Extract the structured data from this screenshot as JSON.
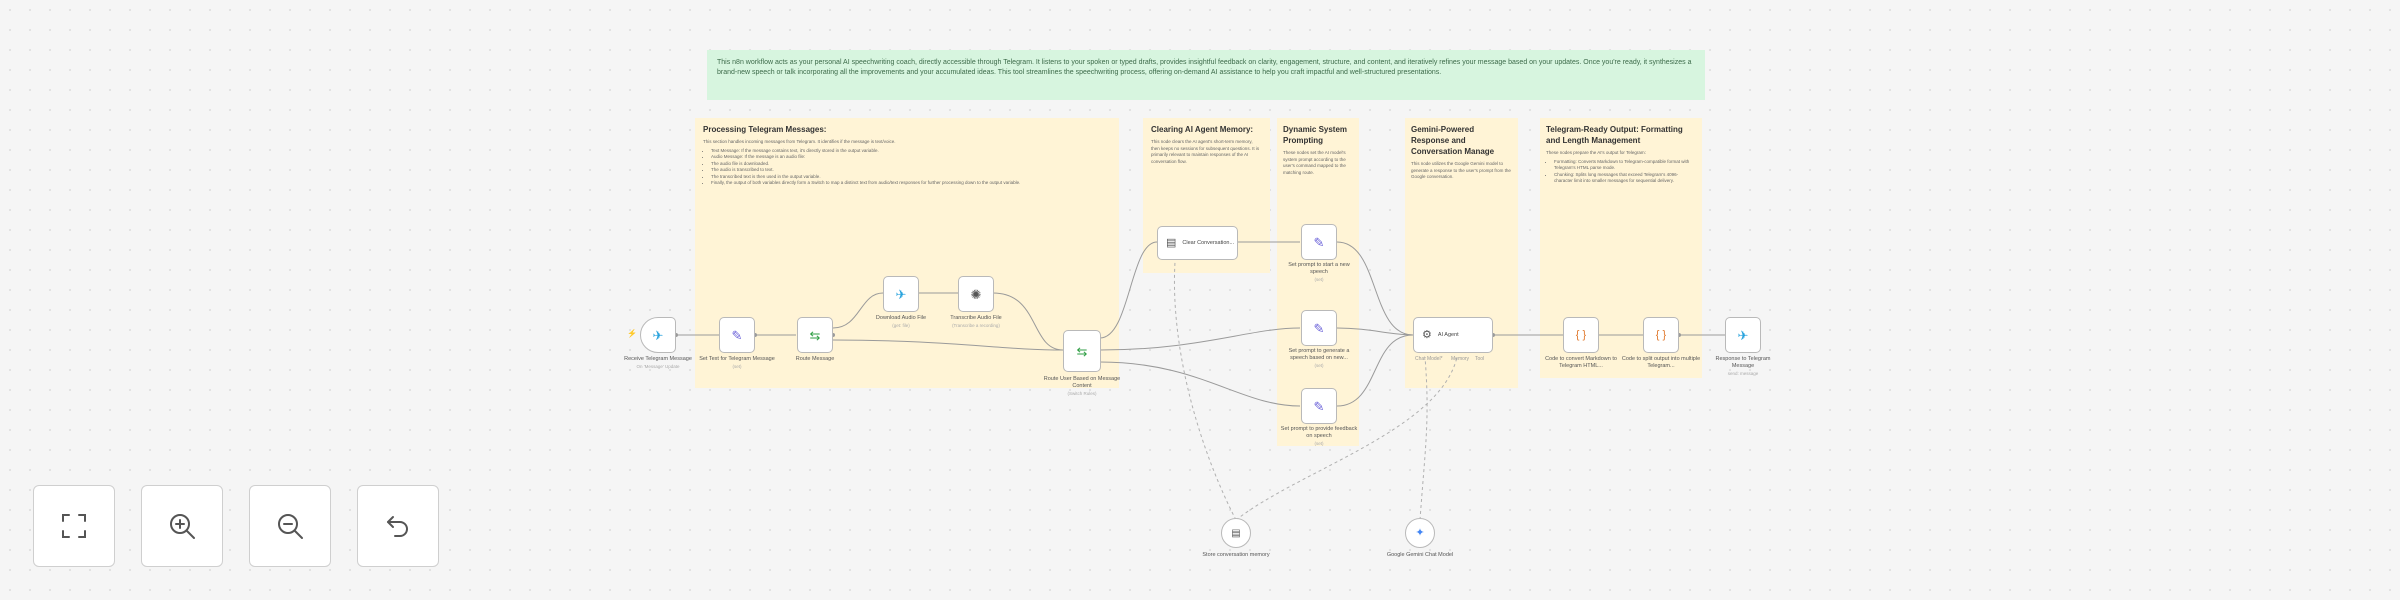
{
  "banner": {
    "text": "This n8n workflow acts as your personal AI speechwriting coach, directly accessible through Telegram. It listens to your spoken or typed drafts, provides insightful feedback on clarity, engagement, structure, and content, and iteratively refines your message based on your updates. Once you're ready, it synthesizes a brand-new speech or talk incorporating all the improvements and your accumulated ideas. This tool streamlines the speechwriting process, offering on-demand AI assistance to help you craft impactful and well-structured presentations."
  },
  "sticky_notes": [
    {
      "title": "Processing Telegram Messages:",
      "body": "This section handles incoming messages from Telegram. It identifies if the message is text/voice.",
      "items": [
        "Text Message: If the message contains text, it's directly stored in the output variable.",
        "Audio Message: If the message is an audio file:",
        "The audio file is downloaded.",
        "The audio is transcribed to text.",
        "The transcribed text is then used in the output variable.",
        "Finally, the output of both variables directly form a Switch to map a distinct text from audio/text responses for further processing down to the output variable."
      ]
    },
    {
      "title": "Clearing AI Agent Memory:",
      "body": "This node clears the AI agent's short-term memory, then keeps no sessions for subsequent questions. It is primarily relevant to maintain responses of the AI conversation flow."
    },
    {
      "title": "Dynamic System Prompting",
      "body": "These nodes set the AI model's system prompt according to the user's command mapped to the matching route."
    },
    {
      "title": "Gemini-Powered Response and Conversation Manage",
      "body": "This node utilizes the Google Gemini model to generate a response to the user's prompt from the Google conversation."
    },
    {
      "title": "Telegram-Ready Output: Formatting and Length Management",
      "body": "These nodes prepare the AI's output for Telegram:",
      "items": [
        "Formatting: Converts Markdown to Telegram-compatible format with Telegram's HTML parse mode.",
        "Chunking: Splits long messages that exceed Telegram's 4096-character limit into smaller messages for sequential delivery."
      ]
    }
  ],
  "nodes": {
    "telegram_trigger": {
      "icon": "telegram-icon",
      "label": "Receive Telegram Message",
      "sub": "On 'Message' Update"
    },
    "set_text": {
      "icon": "pencil-icon",
      "label": "Set Text for Telegram Message",
      "sub": "(set)"
    },
    "route_message": {
      "icon": "switch-icon",
      "label": "Route Message"
    },
    "download_audio": {
      "icon": "telegram-icon",
      "label": "Download Audio File",
      "sub": "(get: file)"
    },
    "transcribe": {
      "icon": "openai-icon",
      "label": "Transcribe Audio File",
      "sub": "(Transcribe a recording)"
    },
    "route_command": {
      "icon": "switch-icon",
      "label": "Route User Based on Message Content",
      "sub": "(Switch Rules)"
    },
    "clear_memory": {
      "icon": "memory-icon",
      "label": "Clear Conversation..."
    },
    "set_prompt_1": {
      "icon": "pencil-icon",
      "label": "Set prompt to start a new speech",
      "sub": "(set)"
    },
    "set_prompt_2": {
      "icon": "pencil-icon",
      "label": "Set prompt to generate a speech based on new...",
      "sub": "(set)"
    },
    "set_prompt_3": {
      "icon": "pencil-icon",
      "label": "Set prompt to provide feedback on speech",
      "sub": "(set)"
    },
    "ai_agent": {
      "icon": "robot-icon",
      "label": "AI Agent",
      "ports": [
        "Chat Model*",
        "Memory",
        "Tool"
      ]
    },
    "markdown_html": {
      "icon": "code-icon",
      "label": "Code to convert Markdown to Telegram HTML..."
    },
    "split_chunks": {
      "icon": "code-icon",
      "label": "Code to split output into multiple Telegram..."
    },
    "send_telegram": {
      "icon": "telegram-icon",
      "label": "Response to Telegram Message",
      "sub": "send: message"
    },
    "memory": {
      "icon": "memory-icon",
      "label": "Store conversation memory"
    },
    "gemini": {
      "icon": "gemini-icon",
      "label": "Google Gemini Chat Model"
    }
  },
  "controls": {
    "fit": "fit-view-icon",
    "zoom_in": "zoom-in-icon",
    "zoom_out": "zoom-out-icon",
    "reset": "undo-icon"
  },
  "colors": {
    "note_yellow": "#fff4d6",
    "note_green": "#d7f5df",
    "telegram": "#29a3dd",
    "edge": "#9a9a9a"
  }
}
